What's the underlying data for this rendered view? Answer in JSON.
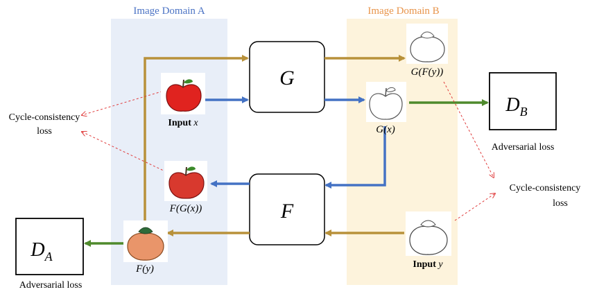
{
  "domains": {
    "a_title": "Image Domain A",
    "b_title": "Image Domain B"
  },
  "generators": {
    "g_label": "G",
    "f_label": "F"
  },
  "discriminators": {
    "a_main": "D",
    "a_sub": "A",
    "b_main": "D",
    "b_sub": "B"
  },
  "images": {
    "input_x": {
      "bold": "Input",
      "var": "x"
    },
    "input_y": {
      "bold": "Input",
      "var": "y"
    },
    "g_of_x": "G(x)",
    "f_of_y": "F(y)",
    "f_of_g_of_x": "F(G(x))",
    "g_of_f_of_y": "G(F(y))"
  },
  "losses": {
    "cycle_left_line1": "Cycle-consistency",
    "cycle_left_line2": "loss",
    "cycle_right_line1": "Cycle-consistency",
    "cycle_right_line2": "loss",
    "adversarial_a": "Adversarial loss",
    "adversarial_b": "Adversarial loss"
  },
  "colors": {
    "domain_a_bg": "#e8eef8",
    "domain_b_bg": "#fdf3dc",
    "domain_a_title": "#4a72c4",
    "domain_b_title": "#e8944a",
    "gold_arrow": "#b8913a",
    "blue_arrow": "#4472c4",
    "green_arrow": "#4f8a2c",
    "loss_dash": "#e03c3c",
    "apple_red": "#e0231f",
    "orange_fill": "#e9956a"
  }
}
